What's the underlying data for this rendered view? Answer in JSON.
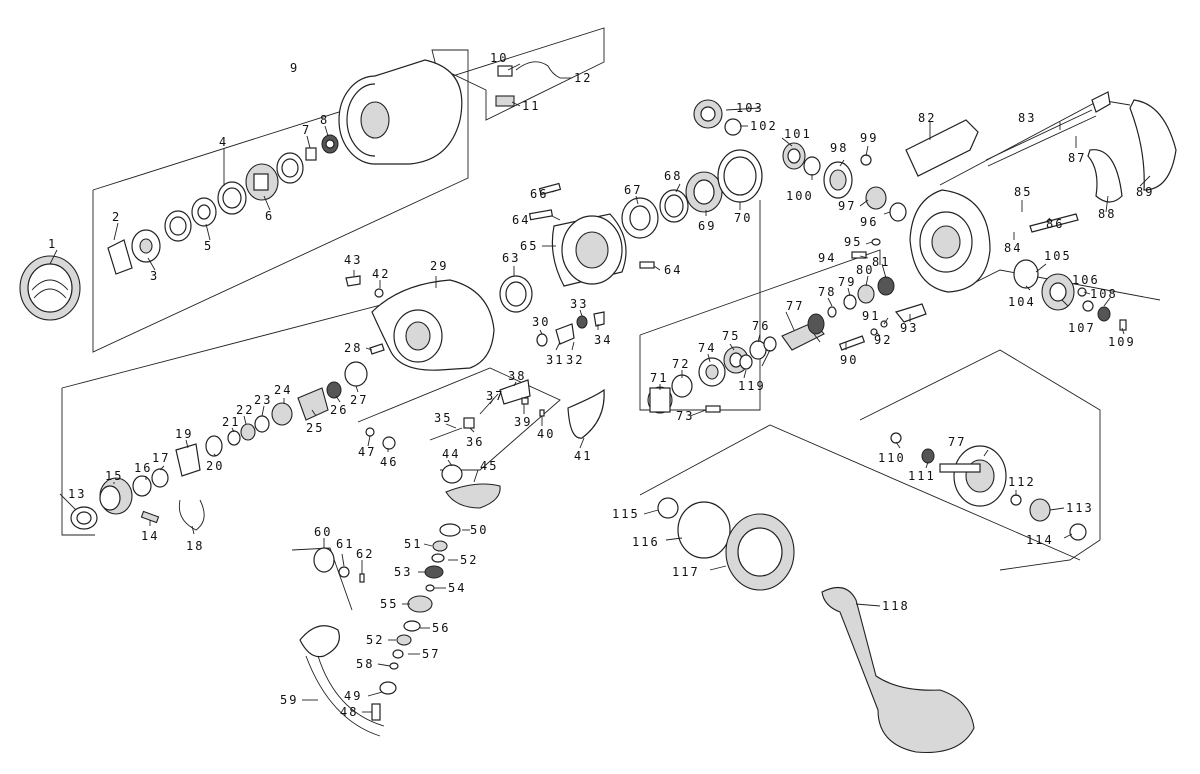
{
  "diagram": {
    "labels": [
      "1",
      "2",
      "3",
      "4",
      "5",
      "6",
      "7",
      "8",
      "9",
      "10",
      "11",
      "12",
      "13",
      "14",
      "15",
      "16",
      "17",
      "18",
      "19",
      "20",
      "21",
      "22",
      "23",
      "24",
      "25",
      "26",
      "27",
      "28",
      "29",
      "30",
      "31",
      "32",
      "33",
      "34",
      "35",
      "36",
      "37",
      "38",
      "39",
      "40",
      "41",
      "42",
      "43",
      "44",
      "45",
      "46",
      "47",
      "48",
      "49",
      "50",
      "51",
      "52",
      "52",
      "53",
      "54",
      "55",
      "56",
      "57",
      "58",
      "59",
      "60",
      "61",
      "62",
      "63",
      "64",
      "64",
      "65",
      "66",
      "67",
      "68",
      "69",
      "70",
      "71",
      "72",
      "73",
      "74",
      "75",
      "76",
      "77",
      "77",
      "78",
      "79",
      "80",
      "81",
      "82",
      "83",
      "84",
      "85",
      "86",
      "87",
      "88",
      "89",
      "90",
      "91",
      "92",
      "93",
      "94",
      "95",
      "96",
      "97",
      "98",
      "99",
      "100",
      "101",
      "102",
      "103",
      "104",
      "105",
      "106",
      "107",
      "108",
      "109",
      "110",
      "111",
      "112",
      "113",
      "114",
      "115",
      "116",
      "117",
      "118",
      "119"
    ]
  }
}
